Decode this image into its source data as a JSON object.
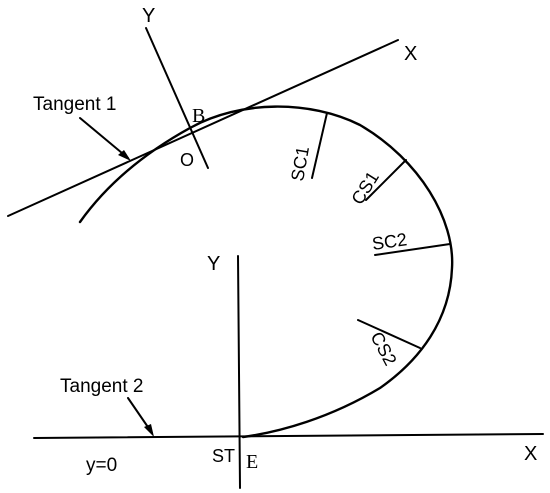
{
  "labels": {
    "y_axis_top": "Y",
    "x_axis_top": "X",
    "point_b": "B",
    "point_o": "O",
    "tangent_1": "Tangent 1",
    "sc1": "SC1",
    "cs1": "CS1",
    "sc2": "SC2",
    "cs2": "CS2",
    "y_axis_bottom": "Y",
    "x_axis_bottom": "X",
    "tangent_2": "Tangent 2",
    "y_equals_zero": "y=0",
    "point_st": "ST",
    "point_e": "E"
  },
  "colors": {
    "line": "#000000",
    "background": "#ffffff"
  }
}
